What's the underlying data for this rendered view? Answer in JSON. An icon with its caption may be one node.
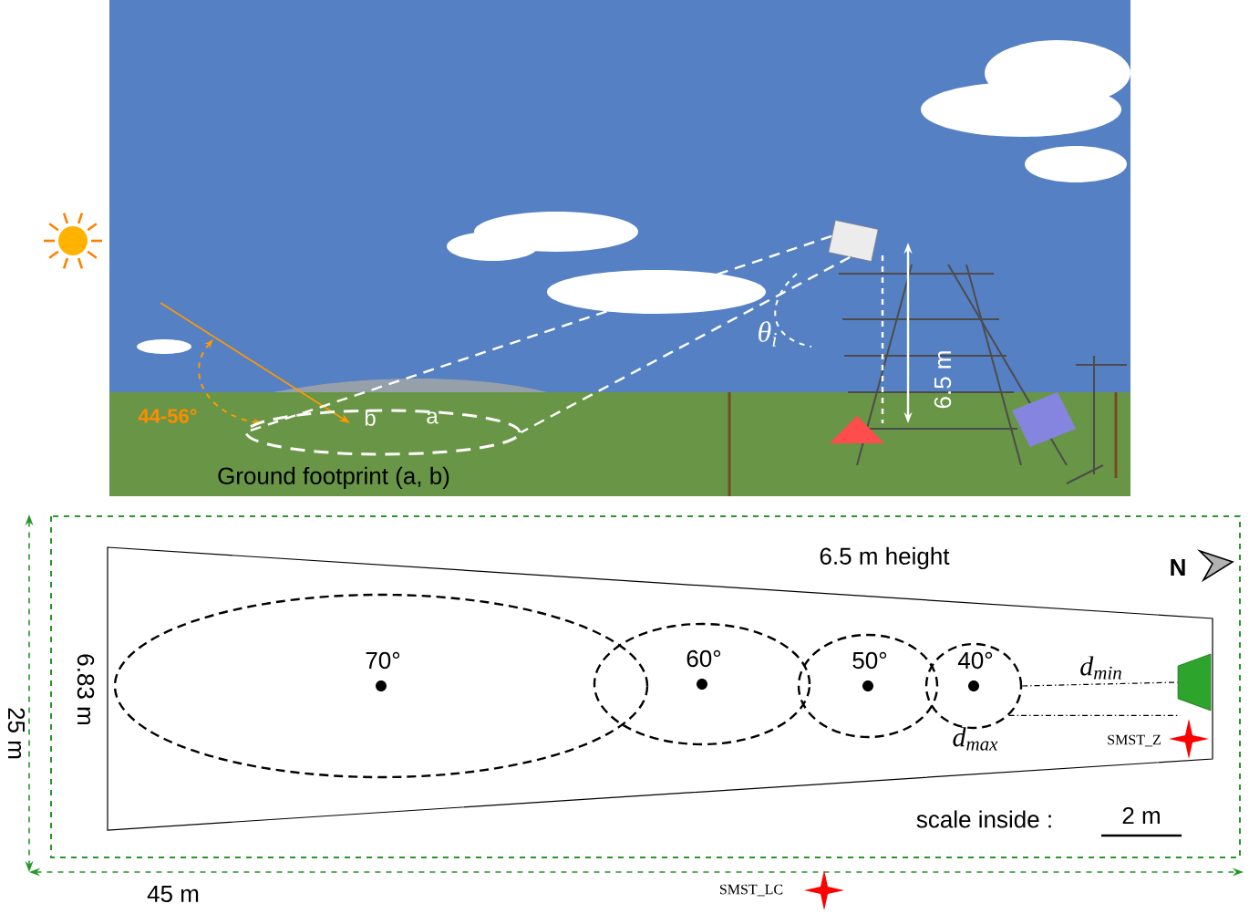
{
  "diagram": {
    "nodes": [
      {
        "text": [
          "6.5 m height"
        ]
      },
      {
        "text": [
          "70°"
        ],
        "in": 0
      },
      {
        "text": [
          "60°"
        ],
        "in": 0
      },
      {
        "text": [
          "50°"
        ],
        "in": 0
      },
      {
        "text": [
          "40°"
        ],
        "in": 0
      },
      {
        "text": [],
        "shape": "trapezoid",
        "in": 0
      },
      {
        "text": [
          "Ground footprint (a, b)"
        ]
      },
      {
        "text": [],
        "shape": "picture"
      }
    ],
    "edges": [
      {
        "from": 4,
        "to": 5,
        "arrow": "none",
        "style": "dashed",
        "label": "d$_{min}$"
      },
      {
        "from": 4,
        "to": 5,
        "arrow": "none",
        "style": "dashed",
        "label": "d$_{max}$"
      },
      {
        "from": 7,
        "to": 6,
        "arrow": "none",
        "style": "dashed",
        "color": "#ffffff"
      },
      {
        "from": 7,
        "to": 6,
        "arrow": "none",
        "style": "dashed",
        "color": "#ffffff"
      }
    ],
    "labels": [
      "θ$_{i}$",
      "6.5 m",
      "44-56°",
      "b",
      "a",
      "N",
      "6.83 m",
      "scale inside :",
      "2 m",
      "SMST_Z",
      "25 m",
      "45 m",
      "SMST_LC"
    ]
  }
}
